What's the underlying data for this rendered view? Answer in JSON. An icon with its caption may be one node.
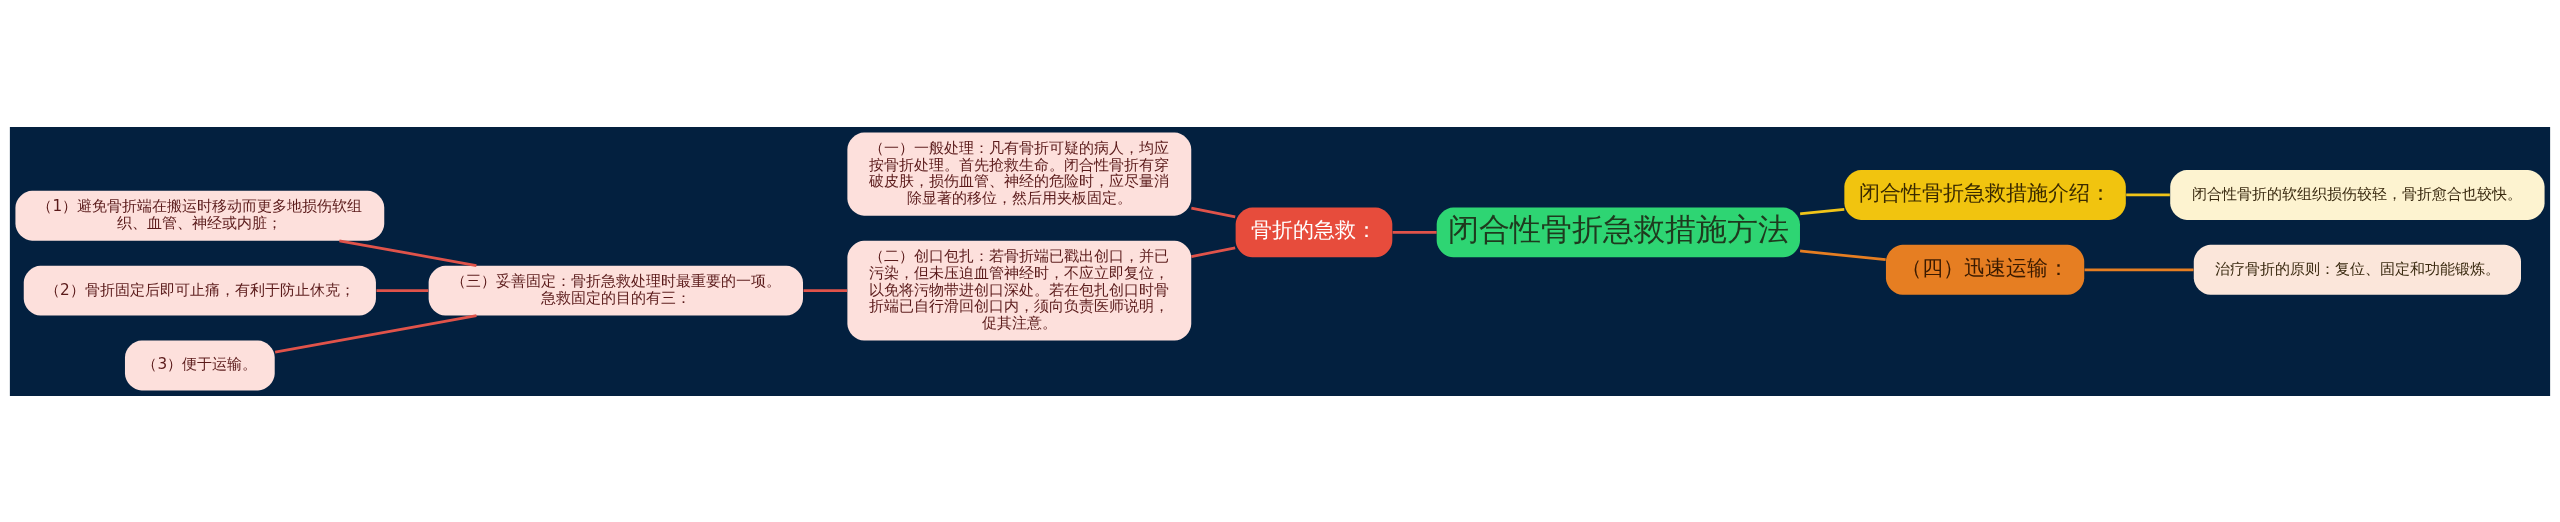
{
  "diagram": {
    "nodes": [
      {
        "text": [
          "闭合性骨折急救措施方法"
        ]
      },
      {
        "text": [
          "骨折的急救："
        ]
      },
      {
        "text": [
          "（一）一般处理：凡有骨折可疑的病人，均应按骨折处理。首先抢救生命。闭合性骨折有穿破皮肤，损伤血管、神经的危险时，应尽量消除显著的移位，然后用夹板固定。"
        ]
      },
      {
        "text": [
          "（二）创口包扎：若骨折端已戳出创口，并已污染，但未压迫血管神经时，不应立即复位，以免将污物带进创口深处。若在包扎创口时骨折端已自行滑回创口内，须向负责医师说明，促其注意。"
        ]
      },
      {
        "text": [
          "（三）妥善固定：骨折急救处理时最重要的一项。急救固定的目的有三："
        ]
      },
      {
        "text": [
          "（1）避免骨折端在搬运时移动而更多地损伤软组织、血管、神经或内脏；"
        ]
      },
      {
        "text": [
          "（2）骨折固定后即可止痛，有利于防止休克；"
        ]
      },
      {
        "text": [
          "（3）便于运输。"
        ]
      },
      {
        "text": [
          "闭合性骨折急救措施介绍："
        ]
      },
      {
        "text": [
          "闭合性骨折的软组织损伤较轻，骨折愈合也较快。"
        ]
      },
      {
        "text": [
          "（四）迅速运输："
        ]
      },
      {
        "text": [
          "治疗骨折的原则：复位、固定和功能锻炼。"
        ]
      }
    ],
    "edges": [
      {
        "from": 0,
        "to": 1,
        "arrow": "none"
      },
      {
        "from": 1,
        "to": 2,
        "arrow": "none"
      },
      {
        "from": 1,
        "to": 3,
        "arrow": "none"
      },
      {
        "from": 3,
        "to": 4,
        "arrow": "none"
      },
      {
        "from": 4,
        "to": 5,
        "arrow": "none"
      },
      {
        "from": 4,
        "to": 6,
        "arrow": "none"
      },
      {
        "from": 4,
        "to": 7,
        "arrow": "none"
      },
      {
        "from": 0,
        "to": 8,
        "arrow": "none",
        "color": "#f0c419"
      },
      {
        "from": 8,
        "to": 9,
        "arrow": "none",
        "color": "#f0c419"
      },
      {
        "from": 0,
        "to": 10,
        "arrow": "none",
        "color": "#e67e22"
      },
      {
        "from": 10,
        "to": 11,
        "arrow": "none",
        "color": "#e67e22"
      }
    ]
  }
}
